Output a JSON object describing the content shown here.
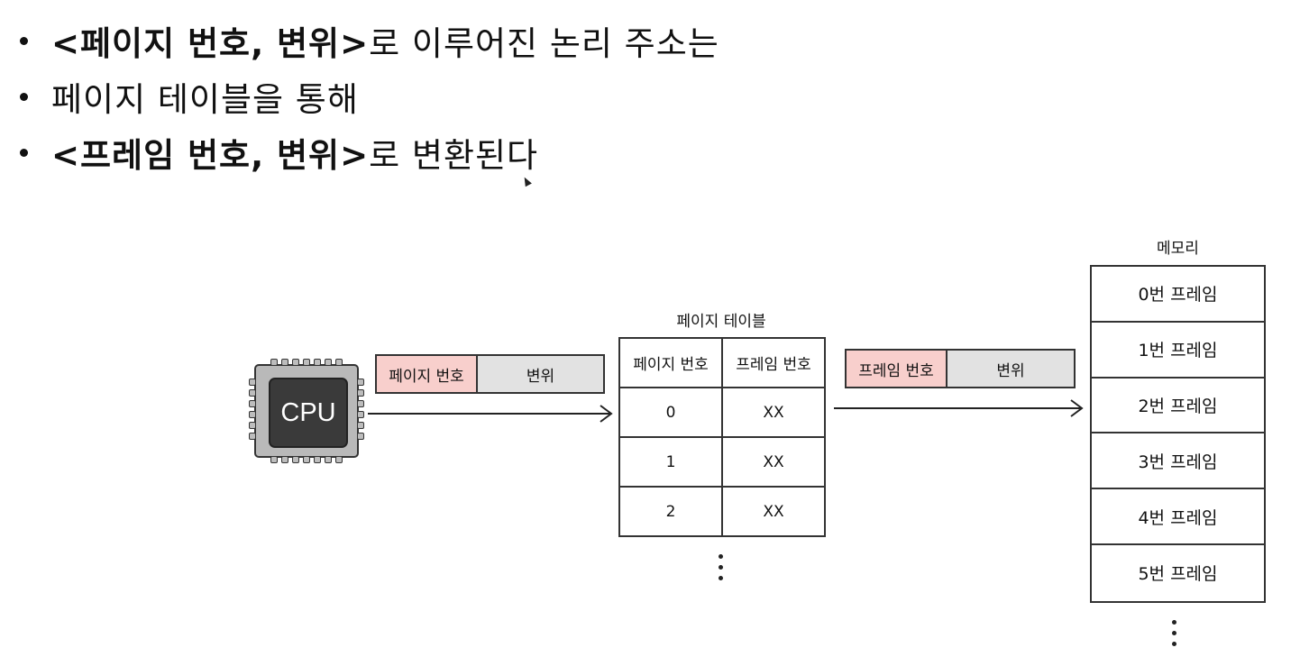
{
  "bullets": [
    {
      "bold_part": "<페이지 번호, 변위>",
      "rest": "로 이루어진 논리 주소는"
    },
    {
      "bold_part": "",
      "rest": "페이지 테이블을 통해"
    },
    {
      "bold_part": "<프레임 번호, 변위>",
      "rest": "로 변환된다"
    }
  ],
  "cpu": {
    "label": "CPU"
  },
  "logical_address": {
    "page_number": "페이지 번호",
    "offset": "변위"
  },
  "page_table": {
    "title": "페이지 테이블",
    "headers": [
      "페이지 번호",
      "프레임 번호"
    ],
    "rows": [
      [
        "0",
        "XX"
      ],
      [
        "1",
        "XX"
      ],
      [
        "2",
        "XX"
      ]
    ]
  },
  "physical_address": {
    "frame_number": "프레임 번호",
    "offset": "변위"
  },
  "memory": {
    "title": "메모리",
    "frames": [
      "0번 프레임",
      "1번 프레임",
      "2번 프레임",
      "3번 프레임",
      "4번 프레임",
      "5번 프레임"
    ]
  },
  "colors": {
    "highlight": "#f8cfcc",
    "offset_box": "#e2e2e2",
    "cpu_body": "#b9b9b9",
    "cpu_core": "#3a3a3a"
  }
}
